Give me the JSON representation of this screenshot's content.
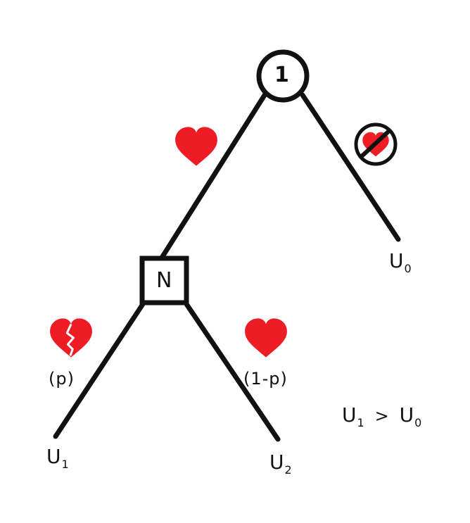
{
  "diagram": {
    "decision_node": {
      "label": "1"
    },
    "chance_node": {
      "label": "N"
    },
    "branches": {
      "love_color": "#ee1c24",
      "ink_color": "#111111",
      "prob_left": "(p)",
      "prob_right": "(1-p)"
    },
    "payoffs": {
      "u0": {
        "base": "U",
        "sub": "0"
      },
      "u1": {
        "base": "U",
        "sub": "1"
      },
      "u2": {
        "base": "U",
        "sub": "2"
      }
    },
    "inequality": {
      "left": {
        "base": "U",
        "sub": "1"
      },
      "op": ">",
      "right": {
        "base": "U",
        "sub": "0"
      }
    },
    "icons": [
      "heart-icon",
      "no-love-icon",
      "broken-heart-icon",
      "heart-icon"
    ]
  }
}
